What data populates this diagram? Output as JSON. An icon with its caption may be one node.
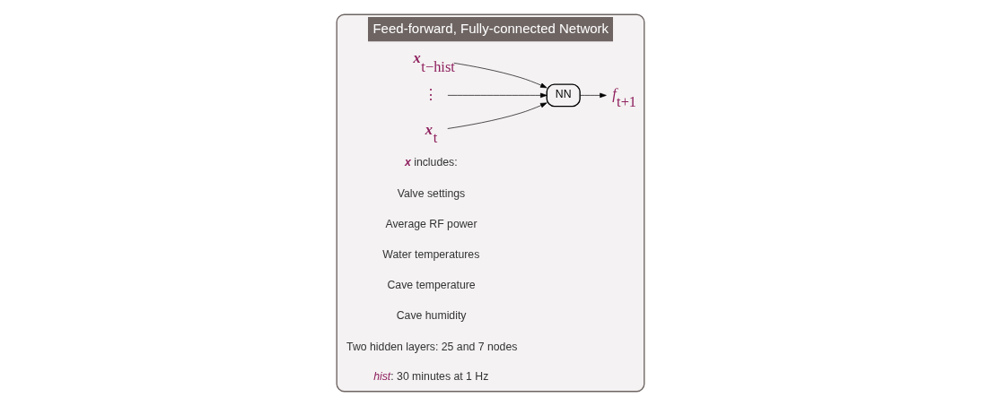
{
  "diagram": {
    "nodes": [
      {
        "text": [
          "Feed-forward, Fully-connected Network"
        ]
      },
      {
        "text": [
          "**x**$_{t−hist}$"
        ],
        "in": 0
      },
      {
        "text": [
          "⋮"
        ],
        "in": 0
      },
      {
        "text": [
          "**x**$_{t}$"
        ],
        "in": 0
      },
      {
        "text": [
          "NN"
        ],
        "in": 0
      },
      {
        "text": [
          "*f*$_{t+1}$"
        ],
        "in": 0
      }
    ],
    "edges": [
      {
        "from": 1,
        "to": 4,
        "arrow": "to"
      },
      {
        "from": 2,
        "to": 4,
        "arrow": "to"
      },
      {
        "from": 3,
        "to": 4,
        "arrow": "to"
      },
      {
        "from": 4,
        "to": 5,
        "arrow": "to"
      }
    ],
    "labels": [
      "**x** includes:",
      "Valve settings",
      "Average RF power",
      "Water temperatures",
      "Cave temperature",
      "Cave humidity",
      "Two hidden layers: 25 and 7 nodes",
      "*hist*: 30 minutes at 1 Hz"
    ]
  }
}
